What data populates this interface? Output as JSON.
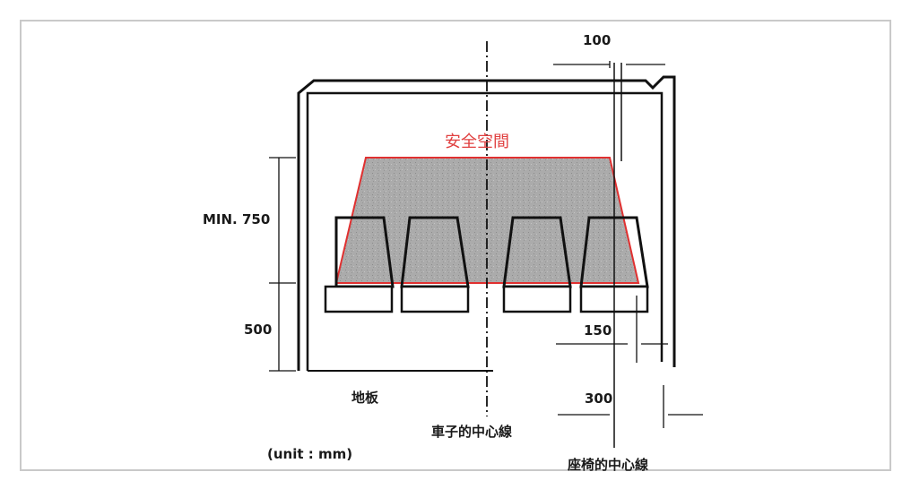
{
  "labels": {
    "dim_100": "100",
    "min_750": "MIN. 750",
    "dim_500": "500",
    "dim_150": "150",
    "dim_300": "300",
    "safe_space": "安全空間",
    "floor": "地板",
    "car_centerline": "車子的中心線",
    "seat_centerline": "座椅的中心線",
    "unit": "(unit : mm)"
  },
  "colors": {
    "safe_zone_outline": "#e03030",
    "safe_zone_fill": "#a8a8a8",
    "lines": "#111111",
    "frame_border": "#c9c9c9"
  }
}
